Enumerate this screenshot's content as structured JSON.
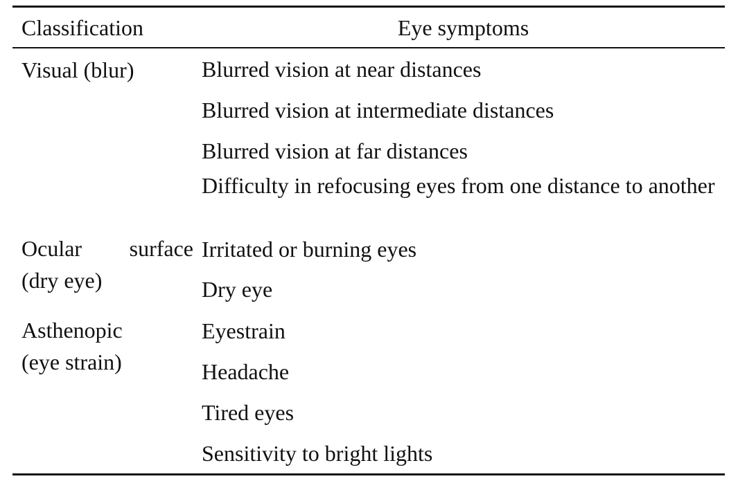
{
  "table": {
    "headers": {
      "classification": "Classification",
      "symptoms": "Eye symptoms"
    },
    "groups": [
      {
        "classification_lines": [
          "Visual (blur)"
        ],
        "symptoms": [
          "Blurred vision at near distances",
          "Blurred vision at intermediate distances",
          "Blurred vision at far distances",
          "Difficulty in refocusing eyes from one distance to another"
        ]
      },
      {
        "classification_lines": [
          "Ocular surface",
          "(dry eye)"
        ],
        "symptoms": [
          "Irritated or burning eyes",
          "Dry eye"
        ]
      },
      {
        "classification_lines": [
          "Asthenopic",
          "(eye strain)"
        ],
        "symptoms": [
          "Eyestrain",
          "Headache",
          "Tired eyes",
          "Sensitivity to bright lights"
        ]
      }
    ]
  }
}
